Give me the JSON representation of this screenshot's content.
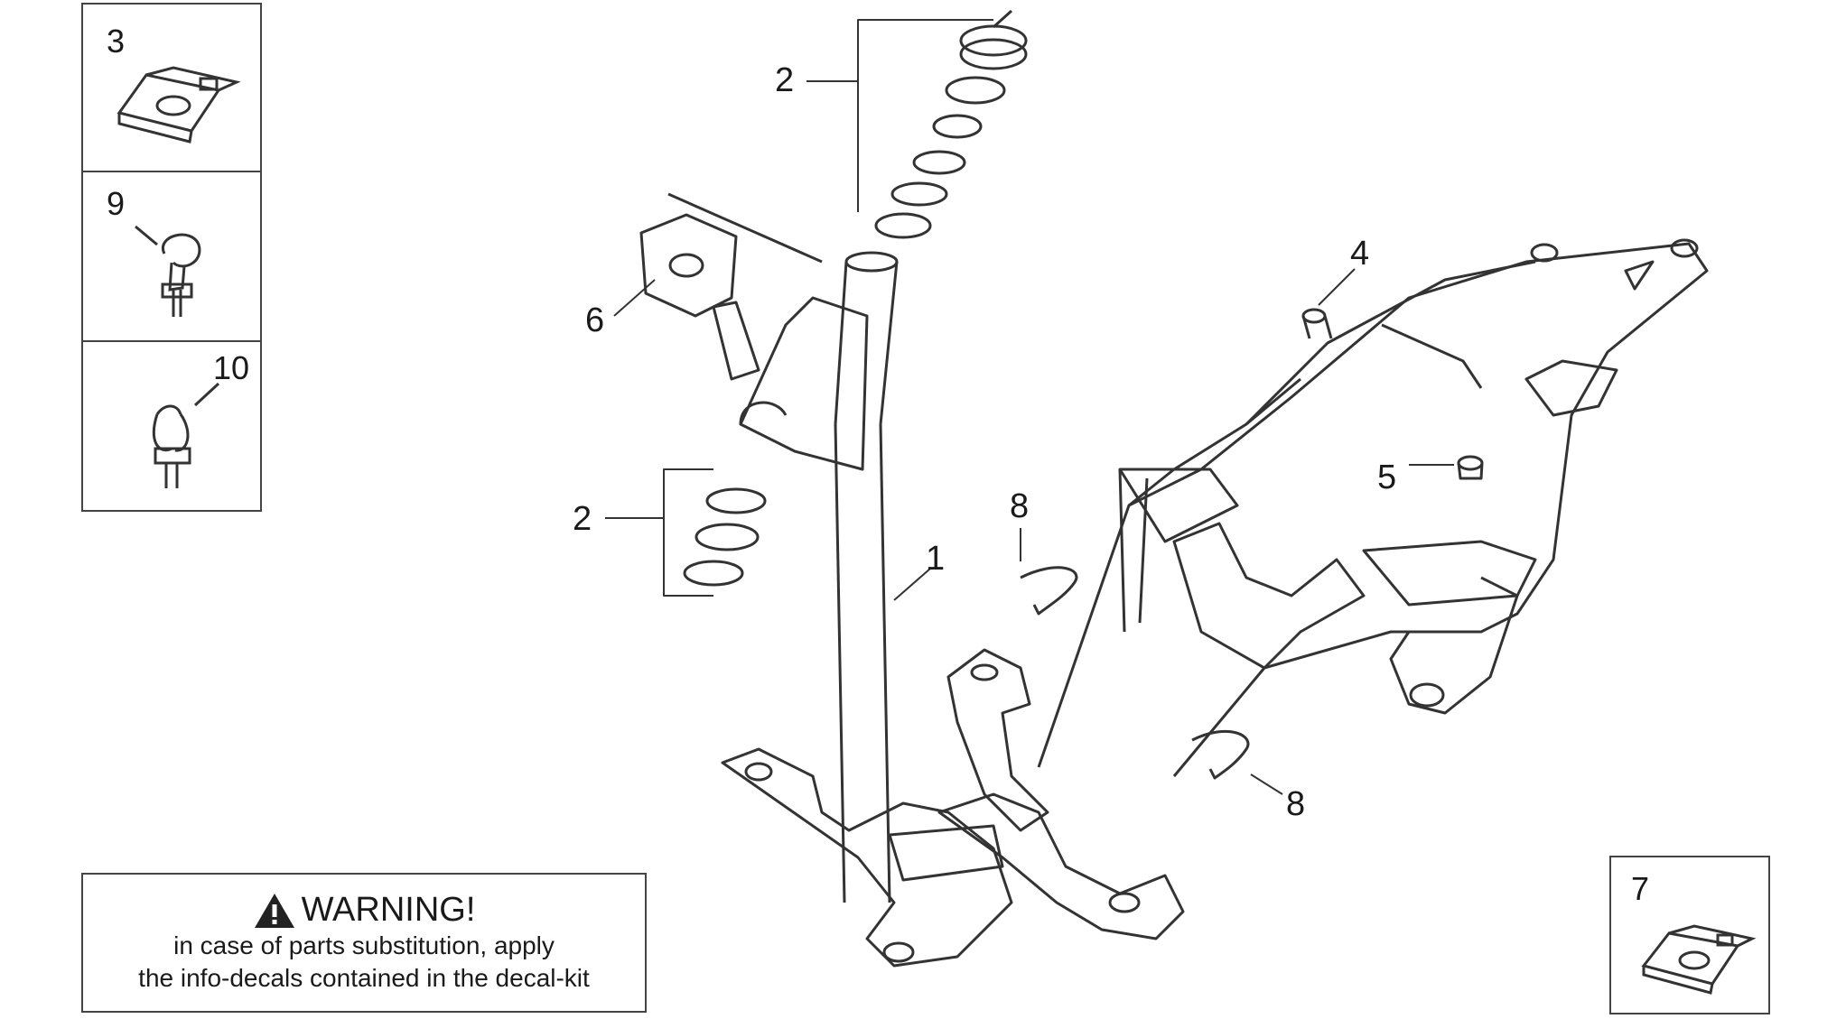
{
  "callouts": {
    "frame": "1",
    "steering_bearings_upper": "2",
    "steering_bearings_lower": "2",
    "speed_nut_inset": "3",
    "bushing": "4",
    "rubber_stopper": "5",
    "bracket_plate": "6",
    "speed_nut_corner": "7",
    "cable_clip_upper": "8",
    "cable_clip_lower": "8",
    "cable_clamp": "9",
    "cable_clamp_alt": "10"
  },
  "warning": {
    "title": "WARNING!",
    "line1": "in case of parts substitution, apply",
    "line2": "the info-decals contained in the decal-kit"
  },
  "icons": [
    "warning-triangle-icon"
  ],
  "colors": {
    "line": "#333333",
    "background": "#ffffff"
  }
}
